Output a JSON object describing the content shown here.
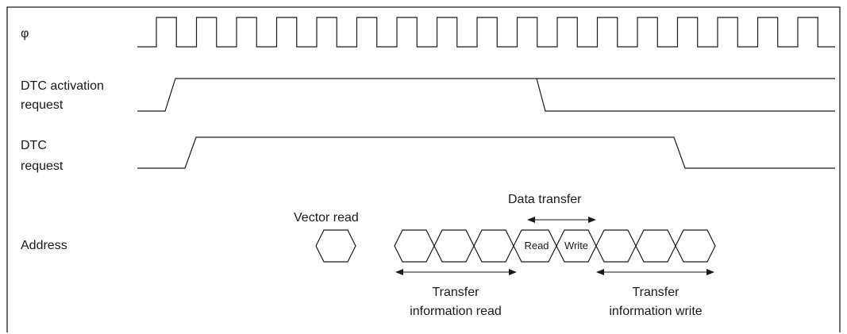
{
  "signals": {
    "phi": "φ",
    "dtc_activation_request": [
      "DTC activation",
      "request"
    ],
    "dtc_request": [
      "DTC",
      "request"
    ],
    "address": "Address"
  },
  "annotations": {
    "vector_read": "Vector read",
    "data_transfer": "Data transfer",
    "read": "Read",
    "write": "Write",
    "transfer_info_read": [
      "Transfer",
      "information read"
    ],
    "transfer_info_write": [
      "Transfer",
      "information write"
    ]
  }
}
